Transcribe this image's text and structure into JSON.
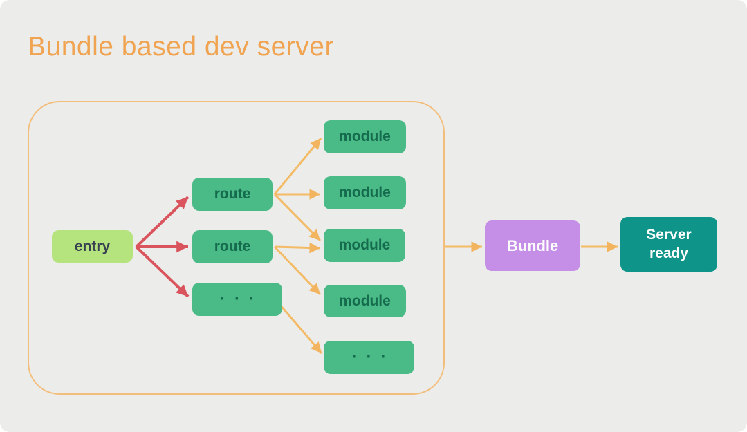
{
  "title": "Bundle based dev server",
  "colors": {
    "background": "#ECECEA",
    "title": "#F0A452",
    "container_border": "#F3BE7C",
    "entry_bg": "#B5E37D",
    "entry_text": "#374151",
    "node_bg": "#4ABB87",
    "node_text": "#156B4D",
    "bundle_bg": "#C68FE7",
    "server_bg": "#0E9488",
    "light_text": "#FDFDFD",
    "arrow_red": "#D9545C",
    "arrow_orange": "#F4BB66"
  },
  "nodes": {
    "entry": {
      "label": "entry"
    },
    "route_1": {
      "label": "route"
    },
    "route_2": {
      "label": "route"
    },
    "dots_mid": {
      "label": "···"
    },
    "module_1": {
      "label": "module"
    },
    "module_2": {
      "label": "module"
    },
    "module_3": {
      "label": "module"
    },
    "module_4": {
      "label": "module"
    },
    "dots_right": {
      "label": "···"
    },
    "bundle": {
      "label": "Bundle"
    },
    "server_ready": {
      "line1": "Server",
      "line2": "ready"
    }
  },
  "edges": [
    {
      "from": "entry",
      "to": "route_1",
      "color": "red"
    },
    {
      "from": "entry",
      "to": "route_2",
      "color": "red"
    },
    {
      "from": "entry",
      "to": "dots_mid",
      "color": "red"
    },
    {
      "from": "route_1",
      "to": "module_1",
      "color": "orange"
    },
    {
      "from": "route_1",
      "to": "module_2",
      "color": "orange"
    },
    {
      "from": "route_1",
      "to": "module_3",
      "color": "orange"
    },
    {
      "from": "route_2",
      "to": "module_3",
      "color": "orange"
    },
    {
      "from": "route_2",
      "to": "module_4",
      "color": "orange"
    },
    {
      "from": "dots_mid",
      "to": "dots_right",
      "color": "orange"
    },
    {
      "from": "bundle_scope",
      "to": "bundle",
      "color": "orange"
    },
    {
      "from": "bundle",
      "to": "server_ready",
      "color": "orange"
    }
  ]
}
